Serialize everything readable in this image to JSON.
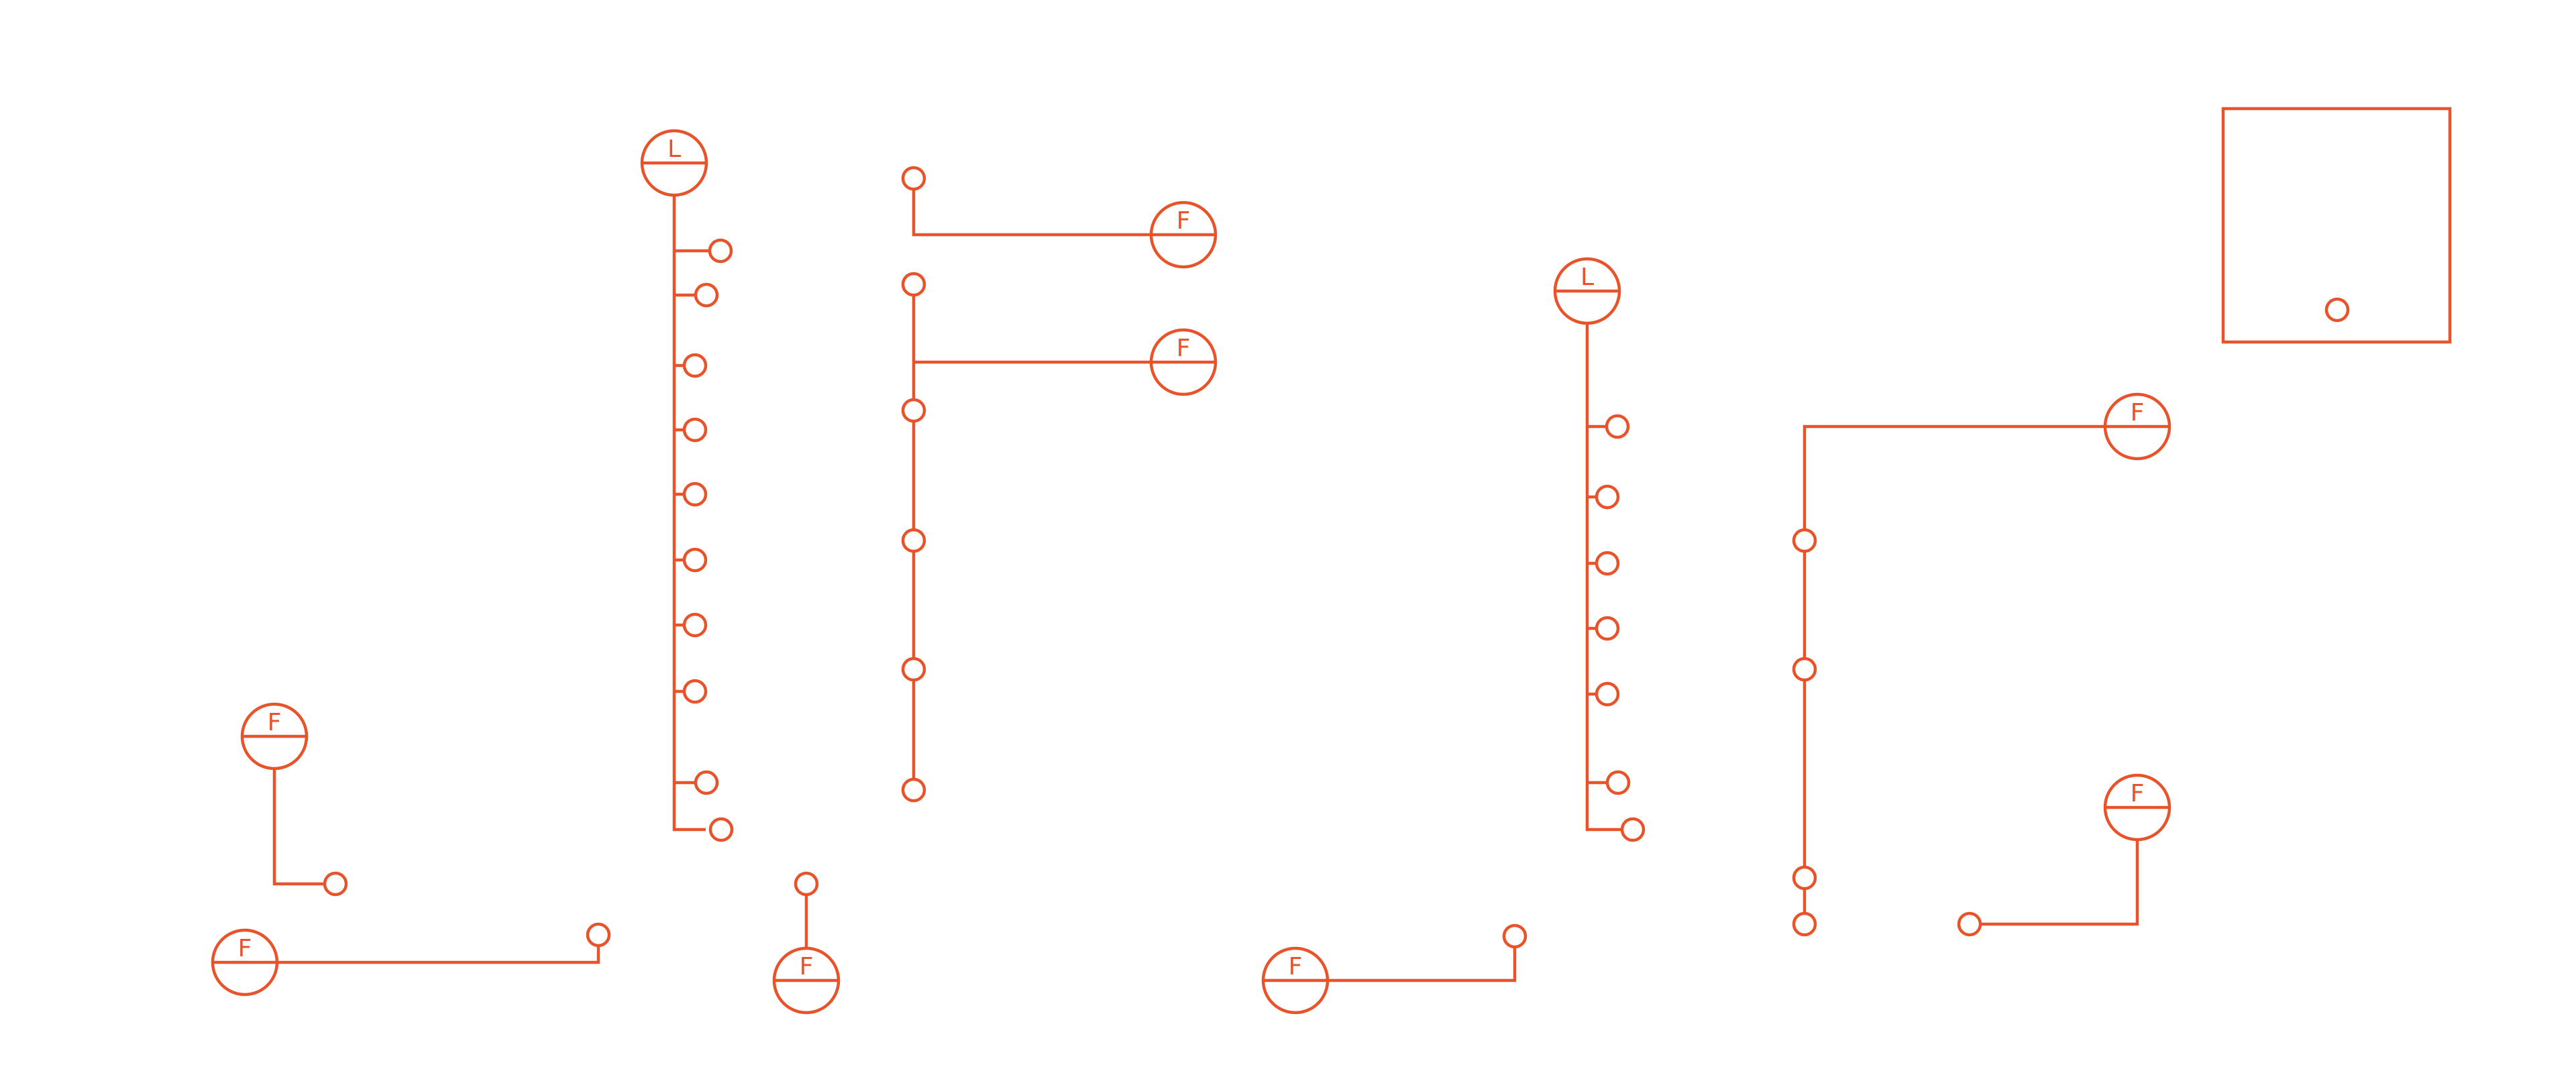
{
  "diagram": {
    "stroke_color": "#e8532a",
    "background_color": "#ffffff",
    "symbols": [
      {
        "id": "sym-l-1",
        "letter": "L"
      },
      {
        "id": "sym-f-1",
        "letter": "F"
      },
      {
        "id": "sym-f-2",
        "letter": "F"
      },
      {
        "id": "sym-l-2",
        "letter": "L"
      },
      {
        "id": "sym-f-3",
        "letter": "F"
      },
      {
        "id": "sym-f-4",
        "letter": "F"
      },
      {
        "id": "sym-f-5",
        "letter": "F"
      },
      {
        "id": "sym-f-6",
        "letter": "F"
      },
      {
        "id": "sym-f-7",
        "letter": "F"
      },
      {
        "id": "sym-f-8",
        "letter": "F"
      }
    ]
  }
}
